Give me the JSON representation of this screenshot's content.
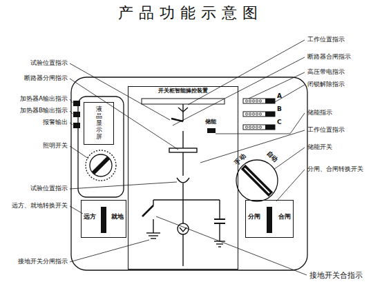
{
  "diagram": {
    "title": "产品功能示意图",
    "nodes": [
      {
        "text": [
          "开关柜智能操控装置"
        ]
      },
      {
        "text": [
          "液晶显示屏"
        ]
      },
      {
        "text": [
          "远方",
          "就地"
        ]
      },
      {
        "text": [
          "分闸",
          "合闸"
        ]
      }
    ],
    "labels": [
      "工作位置指示",
      "断路器合闸指示",
      "高压带电指示",
      "闭锁解除指示",
      "储能指示",
      "工作位置指示",
      "储能开关",
      "分闸、合闸转换开关",
      "试验位置指示",
      "断路器分闸指示",
      "加热器A输出指示",
      "加热器B输出指示",
      "报警输出",
      "照明开关",
      "试验位置指示",
      "远方、就地转换开关",
      "接地开关分闸指示",
      "接地开关合指示",
      "储能",
      "A",
      "B",
      "C",
      "手动",
      "自动"
    ]
  }
}
